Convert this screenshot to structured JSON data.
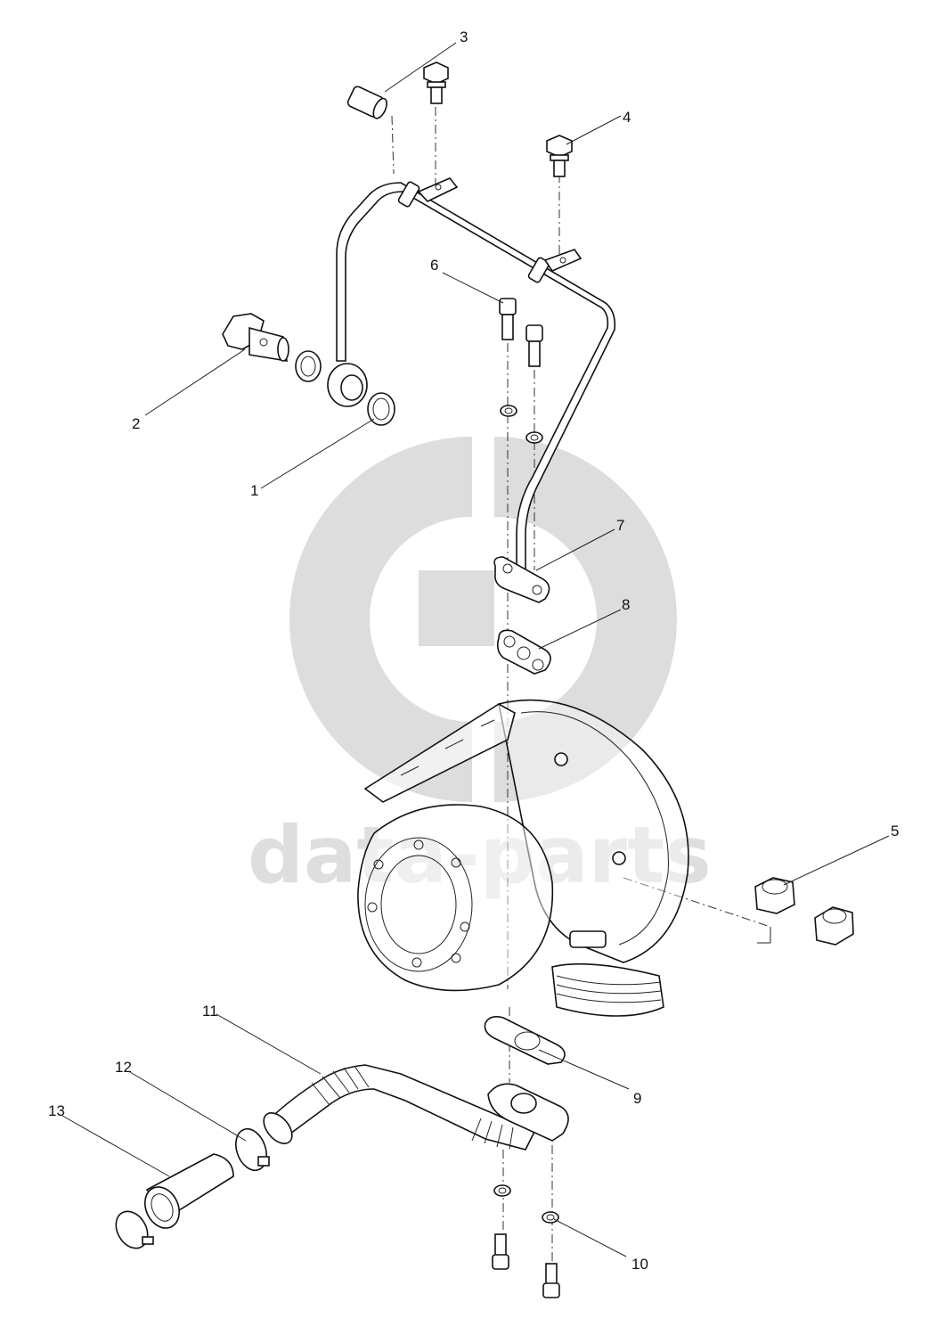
{
  "watermark": {
    "text": "data-parts",
    "color": "#dedede"
  },
  "callouts": [
    "1",
    "2",
    "3",
    "4",
    "5",
    "6",
    "7",
    "8",
    "9",
    "10",
    "11",
    "12",
    "13"
  ],
  "colors": {
    "line": "#111111",
    "background": "#ffffff"
  }
}
